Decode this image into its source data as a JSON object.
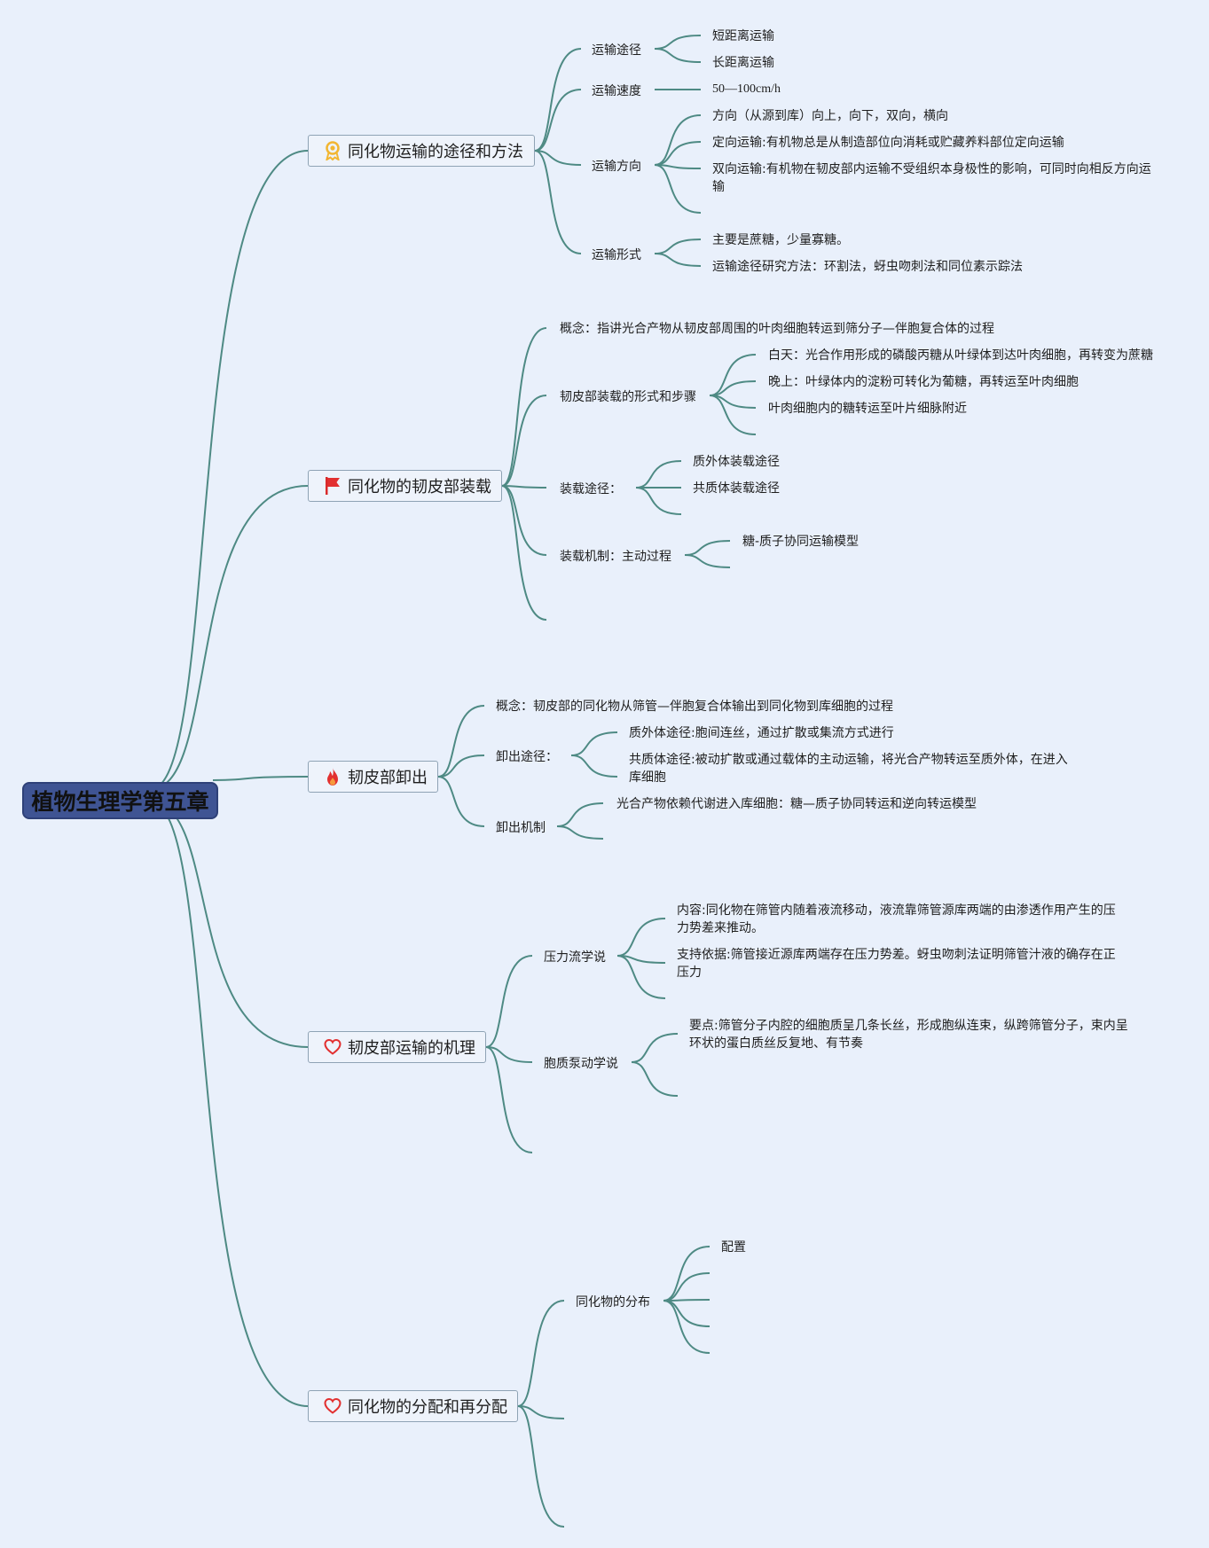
{
  "root": "植物生理学第五章",
  "branch1": {
    "title": "同化物运输的途径和方法",
    "icon": "ribbon-icon",
    "route": {
      "label": "运输途径",
      "items": [
        "短距离运输",
        "长距离运输"
      ]
    },
    "speed": {
      "label": "运输速度",
      "value": "50—100cm/h"
    },
    "direction": {
      "label": "运输方向",
      "items": [
        "方向（从源到库）向上，向下，双向，横向",
        "定向运输:有机物总是从制造部位向消耗或贮藏养料部位定向运输",
        "双向运输:有机物在韧皮部内运输不受组织本身极性的影响，可同时向相反方向运输"
      ]
    },
    "form": {
      "label": "运输形式",
      "items": [
        "主要是蔗糖，少量寡糖。",
        "运输途径研究方法：环割法，蚜虫吻刺法和同位素示踪法"
      ]
    }
  },
  "branch2": {
    "title": "同化物的韧皮部装载",
    "icon": "flag-icon",
    "concept": "概念：指讲光合产物从韧皮部周围的叶肉细胞转运到筛分子—伴胞复合体的过程",
    "steps": {
      "label": "韧皮部装载的形式和步骤",
      "items": [
        "白天：光合作用形成的磷酸丙糖从叶绿体到达叶肉细胞，再转变为蔗糖",
        "晚上：叶绿体内的淀粉可转化为葡糖，再转运至叶肉细胞",
        "叶肉细胞内的糖转运至叶片细脉附近"
      ]
    },
    "path": {
      "label": "装载途径：",
      "items": [
        "质外体装载途径",
        "共质体装载途径"
      ]
    },
    "mechanism": {
      "label": "装载机制：主动过程",
      "items": [
        "糖-质子协同运输模型"
      ]
    }
  },
  "branch3": {
    "title": "韧皮部卸出",
    "icon": "fire-icon",
    "concept": "概念：韧皮部的同化物从筛管—伴胞复合体输出到同化物到库细胞的过程",
    "path": {
      "label": "卸出途径：",
      "items": [
        "质外体途径:胞间连丝，通过扩散或集流方式进行",
        "共质体途径:被动扩散或通过载体的主动运输，将光合产物转运至质外体，在进入库细胞"
      ]
    },
    "mechanism": {
      "label": "卸出机制",
      "items": [
        "光合产物依赖代谢进入库细胞：糖—质子协同转运和逆向转运模型"
      ]
    }
  },
  "branch4": {
    "title": "韧皮部运输的机理",
    "icon": "heart-icon",
    "pressure": {
      "label": "压力流学说",
      "items": [
        "内容:同化物在筛管内随着液流移动，液流靠筛管源库两端的由渗透作用产生的压力势差来推动。",
        "支持依据:筛管接近源库两端存在压力势差。蚜虫吻刺法证明筛管汁液的确存在正压力"
      ]
    },
    "pump": {
      "label": "胞质泵动学说",
      "items": [
        "要点:筛管分子内腔的细胞质呈几条长丝，形成胞纵连束，纵跨筛管分子，束内呈环状的蛋白质丝反复地、有节奏"
      ]
    }
  },
  "branch5": {
    "title": "同化物的分配和再分配",
    "icon": "heart-icon",
    "distribution": {
      "label": "同化物的分布",
      "items": [
        "配置"
      ]
    }
  },
  "colors": {
    "link": "#4e8a84",
    "background": "#e9f0fb",
    "root_fill": "#3f5493"
  }
}
